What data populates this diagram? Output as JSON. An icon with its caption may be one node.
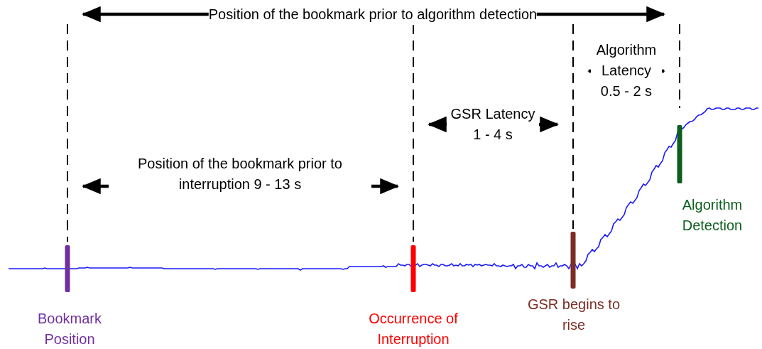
{
  "diagram": {
    "labels": [
      "Position of the bookmark prior to algorithm detection",
      "Algorithm Latency 0.5 - 2 s",
      "GSR Latency 1 - 4 s",
      "Position of the bookmark prior to interruption 9 - 13 s",
      "Algorithm Detection",
      "GSR begins to rise",
      "Occurrence of Interruption",
      "Bookmark Position"
    ]
  }
}
